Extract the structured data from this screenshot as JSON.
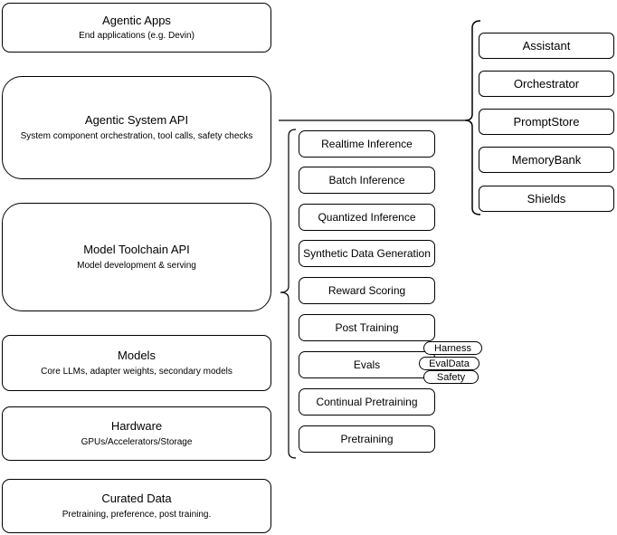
{
  "colors": {
    "stroke": "#000000",
    "background": "#ffffff",
    "text": "#000000"
  },
  "stack": [
    {
      "title": "Agentic Apps",
      "subtitle": "End applications (e.g. Devin)"
    },
    {
      "title": "Agentic System API",
      "subtitle": "System component orchestration, tool calls, safety checks"
    },
    {
      "title": "Model Toolchain API",
      "subtitle": "Model development & serving"
    },
    {
      "title": "Models",
      "subtitle": "Core LLMs, adapter weights, secondary models"
    },
    {
      "title": "Hardware",
      "subtitle": "GPUs/Accelerators/Storage"
    },
    {
      "title": "Curated Data",
      "subtitle": "Pretraining, preference, post training."
    }
  ],
  "toolchain_items": [
    "Realtime Inference",
    "Batch Inference",
    "Quantized Inference",
    "Synthetic Data Generation",
    "Reward Scoring",
    "Post Training",
    "Evals",
    "Continual Pretraining",
    "Pretraining"
  ],
  "eval_tags": [
    "Harness",
    "EvalData",
    "Safety"
  ],
  "system_components": [
    "Assistant",
    "Orchestrator",
    "PromptStore",
    "MemoryBank",
    "Shields"
  ]
}
